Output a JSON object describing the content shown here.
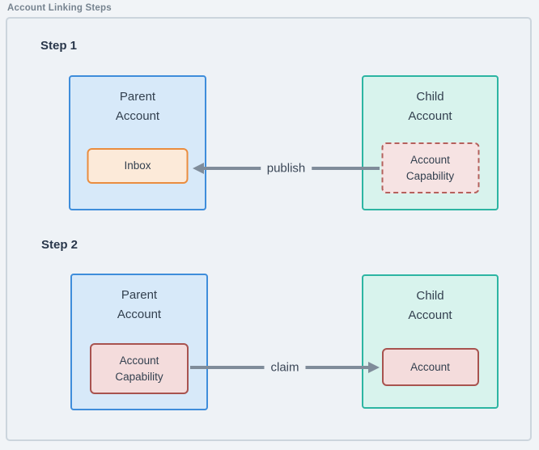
{
  "title": "Account Linking Steps",
  "diagram": {
    "steps": [
      {
        "heading": "Step 1",
        "parent_box": {
          "label": "Parent\nAccount",
          "inner_box": {
            "label": "Inbox"
          }
        },
        "child_box": {
          "label": "Child\nAccount",
          "inner_box": {
            "label": "Account\nCapability"
          }
        },
        "arrow": {
          "label": "publish",
          "direction": "right-to-left"
        }
      },
      {
        "heading": "Step 2",
        "parent_box": {
          "label": "Parent\nAccount",
          "inner_box": {
            "label": "Account\nCapability"
          }
        },
        "child_box": {
          "label": "Child\nAccount",
          "inner_box": {
            "label": "Account"
          }
        },
        "arrow": {
          "label": "claim",
          "direction": "left-to-right"
        }
      }
    ]
  },
  "colors": {
    "page_background": "#f1f4f7",
    "panel_background": "#eef2f6",
    "panel_border": "#ccd5dd",
    "parent_fill": "#d7e9f9",
    "parent_border": "#3e8ddb",
    "child_fill": "#d8f3ed",
    "child_border": "#2cb5a2",
    "inbox_fill": "#fcead9",
    "inbox_border": "#ea8d3f",
    "capability_fill": "#f4dcdc",
    "capability_border": "#a8534f",
    "arrow": "#7f8c9a",
    "text": "#33404f"
  }
}
